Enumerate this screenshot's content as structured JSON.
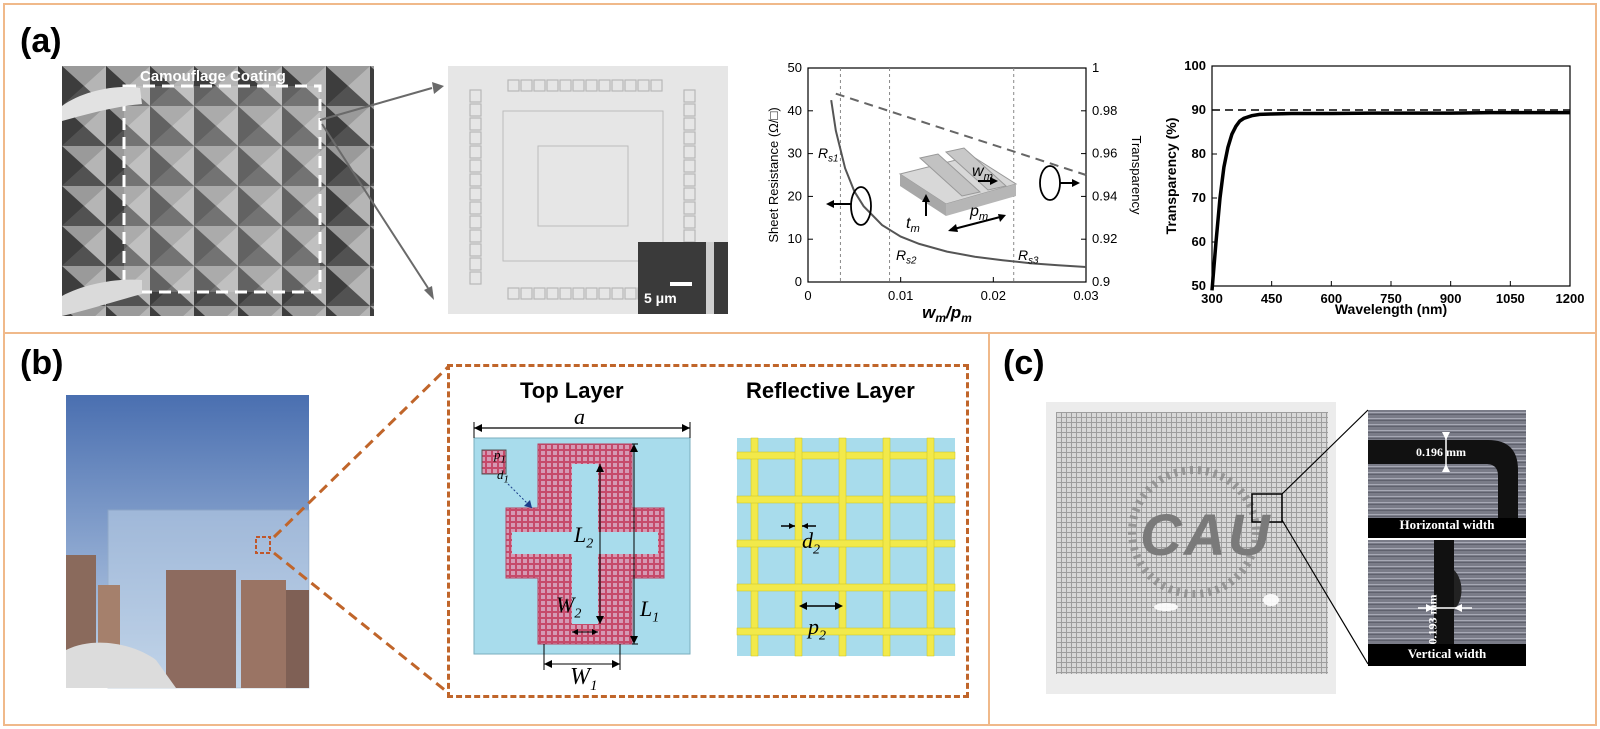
{
  "panels": {
    "a": {
      "label": "(a)",
      "photo_caption": "Camouflage Coating",
      "scale_bar": "5 μm",
      "chart_sheet": {
        "left_axis_label": "Sheet Resistance (Ω/□)",
        "right_axis_label": "Transparency",
        "x_label_var": "w",
        "x_label_sub": "m",
        "x_label_slash": "/",
        "x_label_var2": "p",
        "x_label_sub2": "m",
        "x_ticks": [
          "0",
          "0.01",
          "0.02",
          "0.03"
        ],
        "y_left_ticks": [
          "0",
          "10",
          "20",
          "30",
          "40",
          "50"
        ],
        "y_right_ticks": [
          "0.9",
          "0.92",
          "0.94",
          "0.96",
          "0.98",
          "1"
        ],
        "annotations": {
          "rs1": "R",
          "rs1_sub": "s1",
          "rs2": "R",
          "rs2_sub": "s2",
          "rs3": "R",
          "rs3_sub": "s3",
          "wm": "w",
          "wm_sub": "m",
          "tm": "t",
          "tm_sub": "m",
          "pm": "p",
          "pm_sub": "m"
        }
      },
      "chart_transparency": {
        "x_label": "Wavelength (nm)",
        "y_label": "Transparency (%)",
        "x_ticks": [
          "300",
          "450",
          "600",
          "750",
          "900",
          "1050",
          "1200"
        ],
        "y_ticks": [
          "50",
          "60",
          "70",
          "80",
          "90",
          "100"
        ]
      }
    },
    "b": {
      "label": "(b)",
      "top_layer_title": "Top Layer",
      "reflective_layer_title": "Reflective Layer",
      "labels": {
        "a": "a",
        "p1": "p",
        "p1_sub": "1",
        "d1": "d",
        "d1_sub": "1",
        "L2": "L",
        "L2_sub": "2",
        "L1": "L",
        "L1_sub": "1",
        "W2": "W",
        "W2_sub": "2",
        "W1": "W",
        "W1_sub": "1",
        "d2": "d",
        "d2_sub": "2",
        "p2": "p",
        "p2_sub": "2"
      }
    },
    "c": {
      "label": "(c)",
      "logo_text": "CAU",
      "horizontal_measure": "0.196 mm",
      "horizontal_caption": "Horizontal width",
      "vertical_measure": "0.193 mm",
      "vertical_caption": "Vertical width"
    }
  },
  "chart_data": [
    {
      "type": "line",
      "title": "",
      "xlabel": "w_m/p_m",
      "ylabel": "Sheet Resistance (Ω/□)",
      "y2label": "Transparency",
      "xlim": [
        0,
        0.03
      ],
      "ylim": [
        0,
        50
      ],
      "y2lim": [
        0.9,
        1
      ],
      "series": [
        {
          "axis": "left",
          "x": [
            0.0025,
            0.003,
            0.004,
            0.005,
            0.006,
            0.008,
            0.01,
            0.012,
            0.015,
            0.018,
            0.021,
            0.024,
            0.027,
            0.03
          ],
          "values": [
            42.5,
            35.4,
            26.6,
            21.2,
            17.7,
            13.3,
            10.6,
            8.9,
            7.1,
            5.9,
            5.1,
            4.4,
            3.9,
            3.5
          ]
        },
        {
          "axis": "right",
          "x": [
            0.003,
            0.03
          ],
          "values": [
            0.988,
            0.95
          ]
        }
      ],
      "vlines": [
        0.0035,
        0.0088,
        0.0222
      ]
    },
    {
      "type": "line",
      "title": "",
      "xlabel": "Wavelength (nm)",
      "ylabel": "Transparency (%)",
      "xlim": [
        300,
        1200
      ],
      "ylim": [
        50,
        100
      ],
      "reference_line": 90,
      "series": [
        {
          "x": [
            300,
            310,
            320,
            330,
            340,
            350,
            360,
            370,
            380,
            400,
            420,
            450,
            500,
            600,
            700,
            800,
            900,
            1000,
            1100,
            1200
          ],
          "values": [
            49,
            60,
            70,
            77,
            81.5,
            84.5,
            86.3,
            87.5,
            88.1,
            88.7,
            89,
            89.1,
            89.2,
            89.2,
            89.3,
            89.3,
            89.3,
            89.4,
            89.4,
            89.4
          ]
        }
      ]
    }
  ]
}
